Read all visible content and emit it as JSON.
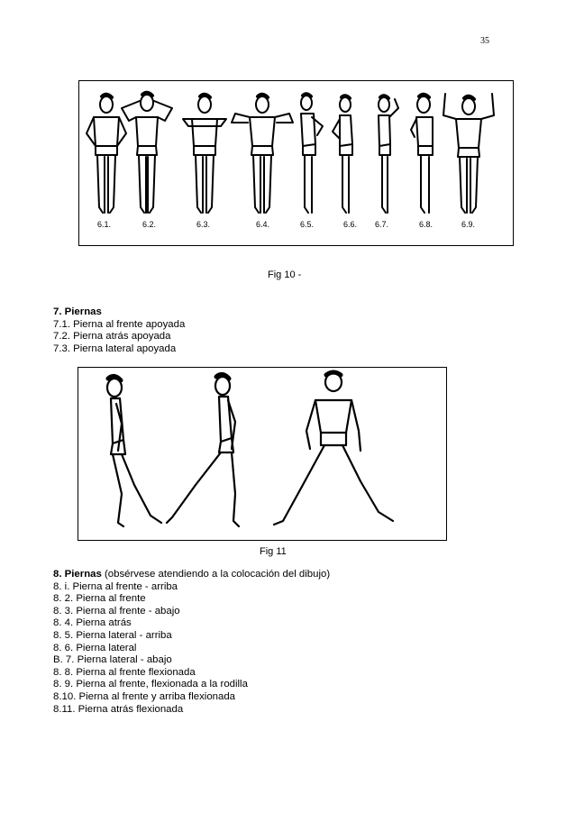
{
  "page_number": "35",
  "figure10": {
    "caption": "Fig 10 -",
    "labels": [
      "6.1.",
      "6.2.",
      "6.3.",
      "6.4.",
      "6.5.",
      "6.6.",
      "6.7.",
      "6.8.",
      "6.9."
    ]
  },
  "section7": {
    "heading": "7. Piernas",
    "items": [
      "7.1. Pierna al frente apoyada",
      "7.2. Pierna atrás apoyada",
      "7.3. Pierna lateral apoyada"
    ]
  },
  "figure11": {
    "caption": "Fig 11"
  },
  "section8": {
    "heading": "8. Piernas",
    "heading_note": " (obsérvese atendiendo a la colocación del dibujo)",
    "items": [
      "8. i. Pierna al frente - arriba",
      "8. 2. Pierna al frente",
      "8. 3. Pierna al frente - abajo",
      "8. 4. Pierna atrás",
      "8. 5. Pierna lateral - arriba",
      "8. 6. Pierna lateral",
      "B. 7. Pierna lateral - abajo",
      "8. 8. Pierna al frente flexionada",
      "8. 9. Pierna al frente, flexionada a la rodilla",
      "8.10. Pierna al frente y arriba flexionada",
      "8.11. Pierna atrás flexionada"
    ]
  }
}
